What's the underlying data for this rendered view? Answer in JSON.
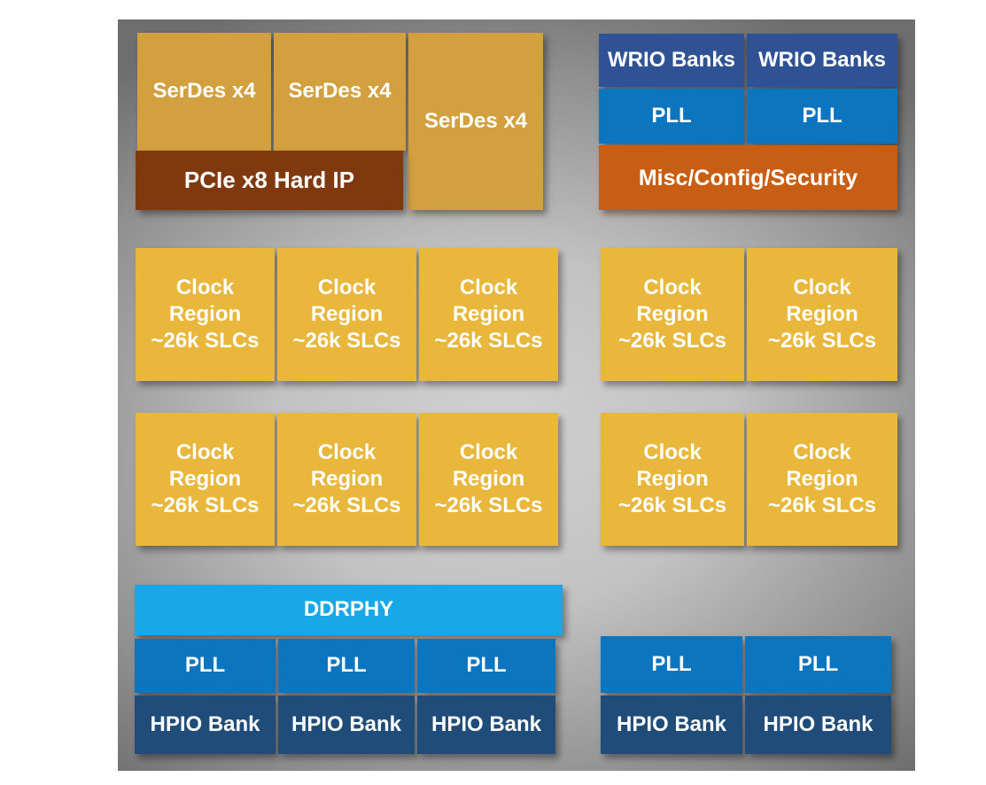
{
  "blocks": {
    "serdes": [
      "SerDes x4",
      "SerDes x4",
      "SerDes x4"
    ],
    "pcie": "PCIe x8 Hard IP",
    "wrio": [
      "WRIO Banks",
      "WRIO Banks"
    ],
    "pll_top": [
      "PLL",
      "PLL"
    ],
    "misc": "Misc/Config/Security",
    "clock_lines": [
      "Clock",
      "Region",
      "~26k SLCs"
    ],
    "ddrphy": "DDRPHY",
    "pll_bottom_left": [
      "PLL",
      "PLL",
      "PLL"
    ],
    "hpio_bottom_left": [
      "HPIO Bank",
      "HPIO Bank",
      "HPIO Bank"
    ],
    "pll_bottom_right": [
      "PLL",
      "PLL"
    ],
    "hpio_bottom_right": [
      "HPIO Bank",
      "HPIO Bank"
    ]
  },
  "colors": {
    "serdes": "#D2A03F",
    "pcie": "#80390E",
    "wrio": "#2F5295",
    "pll": "#0C75BF",
    "misc": "#C85E14",
    "clock_region": "#E9B73C",
    "ddrphy": "#18A8E8",
    "hpio": "#1F4C78",
    "panel_center": "#D1D1D1",
    "panel_edge": "#6E6E6E",
    "text": "#FFFFFF"
  }
}
